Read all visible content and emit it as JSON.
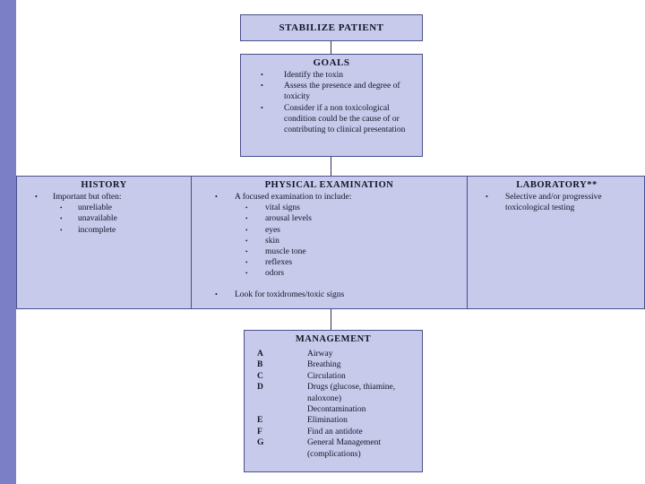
{
  "theme": {
    "box_fill": "#c7caea",
    "box_border": "#4a4f8c",
    "left_bar": "#7b80c6",
    "text": "#141428",
    "background": "#ffffff"
  },
  "stabilize": {
    "title": "STABILIZE PATIENT"
  },
  "goals": {
    "title": "GOALS",
    "items": [
      "Identify the toxin",
      "Assess the presence and degree of toxicity",
      "Consider if a non toxicological condition could be the cause of or contributing to clinical presentation"
    ]
  },
  "history": {
    "title": "HISTORY",
    "lead": "Important but often:",
    "items": [
      "unreliable",
      "unavailable",
      "incomplete"
    ]
  },
  "physical": {
    "title": "PHYSICAL EXAMINATION",
    "lead": "A focused examination to include:",
    "items": [
      "vital signs",
      "arousal levels",
      "eyes",
      "skin",
      "muscle tone",
      "reflexes",
      "odors"
    ],
    "footer": "Look for toxidromes/toxic signs"
  },
  "laboratory": {
    "title": "LABORATORY**",
    "items": [
      "Selective and/or progressive toxicological testing"
    ]
  },
  "management": {
    "title": "MANAGEMENT",
    "rows": [
      {
        "letter": "A",
        "text": "Airway"
      },
      {
        "letter": "B",
        "text": "Breathing"
      },
      {
        "letter": "C",
        "text": "Circulation"
      },
      {
        "letter": "D",
        "text": "Drugs (glucose, thiamine, naloxone)"
      },
      {
        "letter": "",
        "text": "Decontamination"
      },
      {
        "letter": "E",
        "text": "Elimination"
      },
      {
        "letter": "F",
        "text": "Find an antidote"
      },
      {
        "letter": "G",
        "text": "General Management (complications)"
      }
    ]
  },
  "bullets": {
    "level1": "•",
    "level2": "•"
  }
}
